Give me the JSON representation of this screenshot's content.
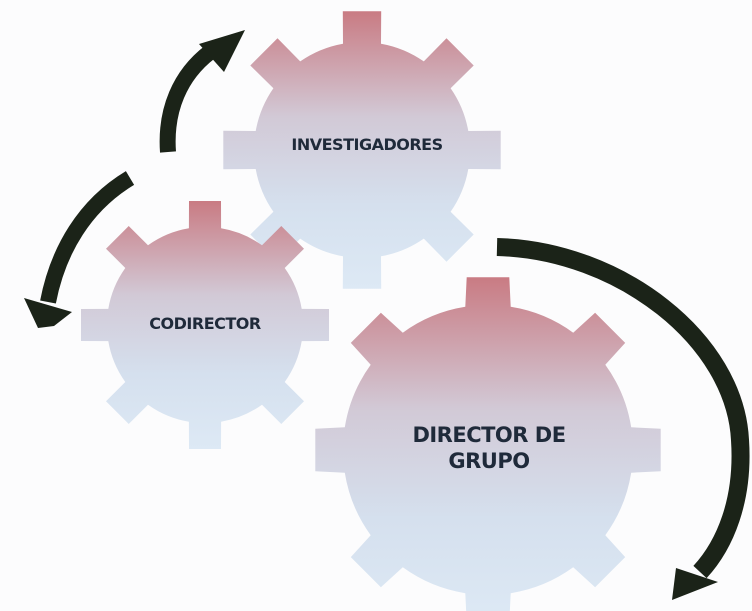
{
  "diagram": {
    "gears": {
      "investigadores": {
        "label": "INVESTIGADORES"
      },
      "codirector": {
        "label": "CODIRECTOR"
      },
      "director": {
        "label_line1": "DIRECTOR DE",
        "label_line2": "GRUPO"
      }
    }
  },
  "colors": {
    "gear_top": "#c97b83",
    "gear_mid": "#cfd7e4",
    "gear_bottom": "#d9e7f4",
    "arrow": "#1b2318",
    "text": "#1f2a3a",
    "background": "#fcfcfd"
  }
}
